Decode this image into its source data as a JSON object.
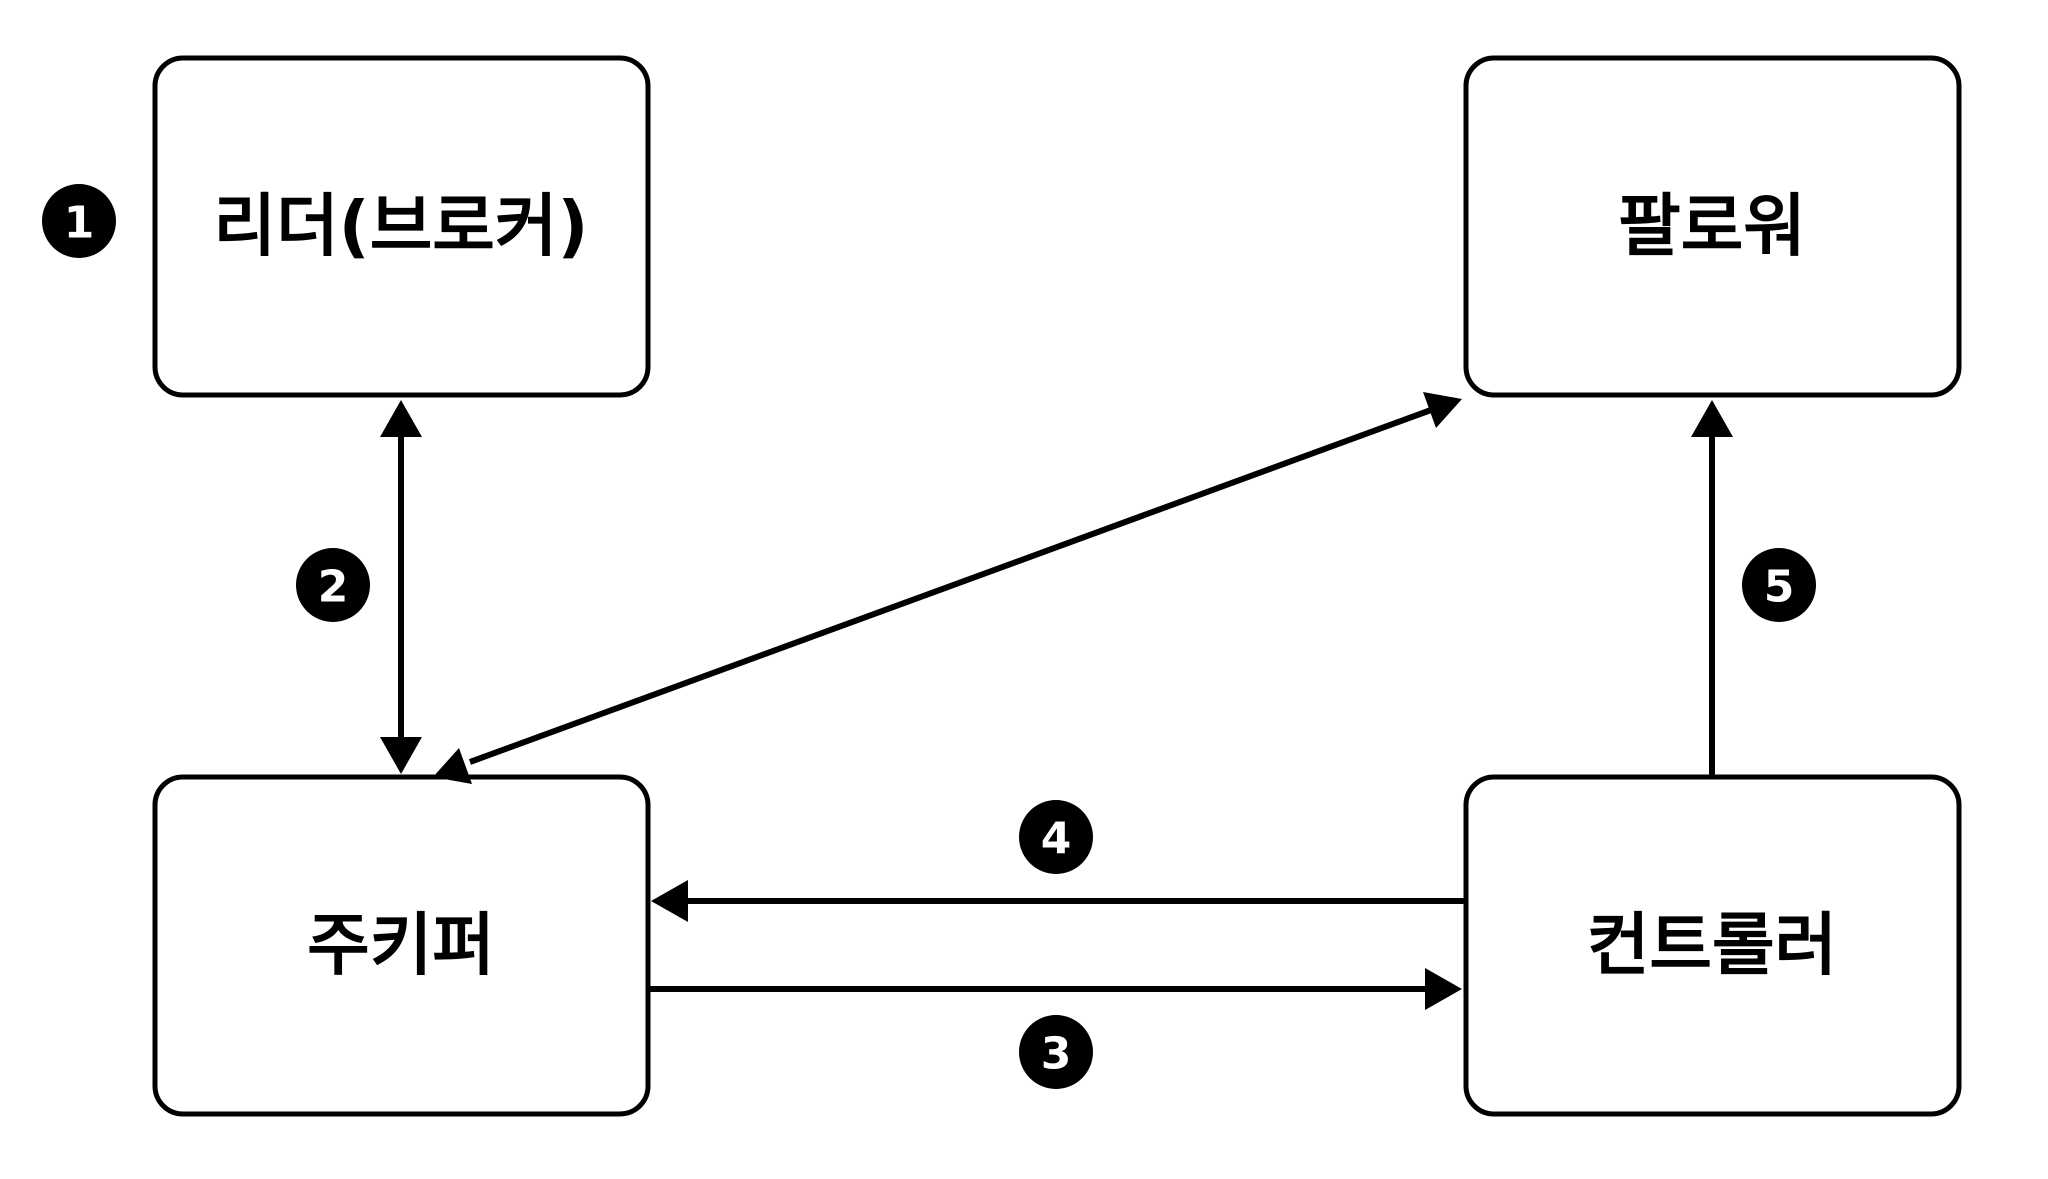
{
  "nodes": {
    "leader": {
      "label": "리더(브로커)"
    },
    "follower": {
      "label": "팔로워"
    },
    "zookeeper": {
      "label": "주키퍼"
    },
    "controller": {
      "label": "컨트롤러"
    }
  },
  "steps": {
    "s1": "1",
    "s2": "2",
    "s3": "3",
    "s4": "4",
    "s5": "5"
  },
  "colors": {
    "stroke": "#000000",
    "background": "#ffffff",
    "badge_fill": "#000000",
    "badge_text": "#ffffff"
  }
}
